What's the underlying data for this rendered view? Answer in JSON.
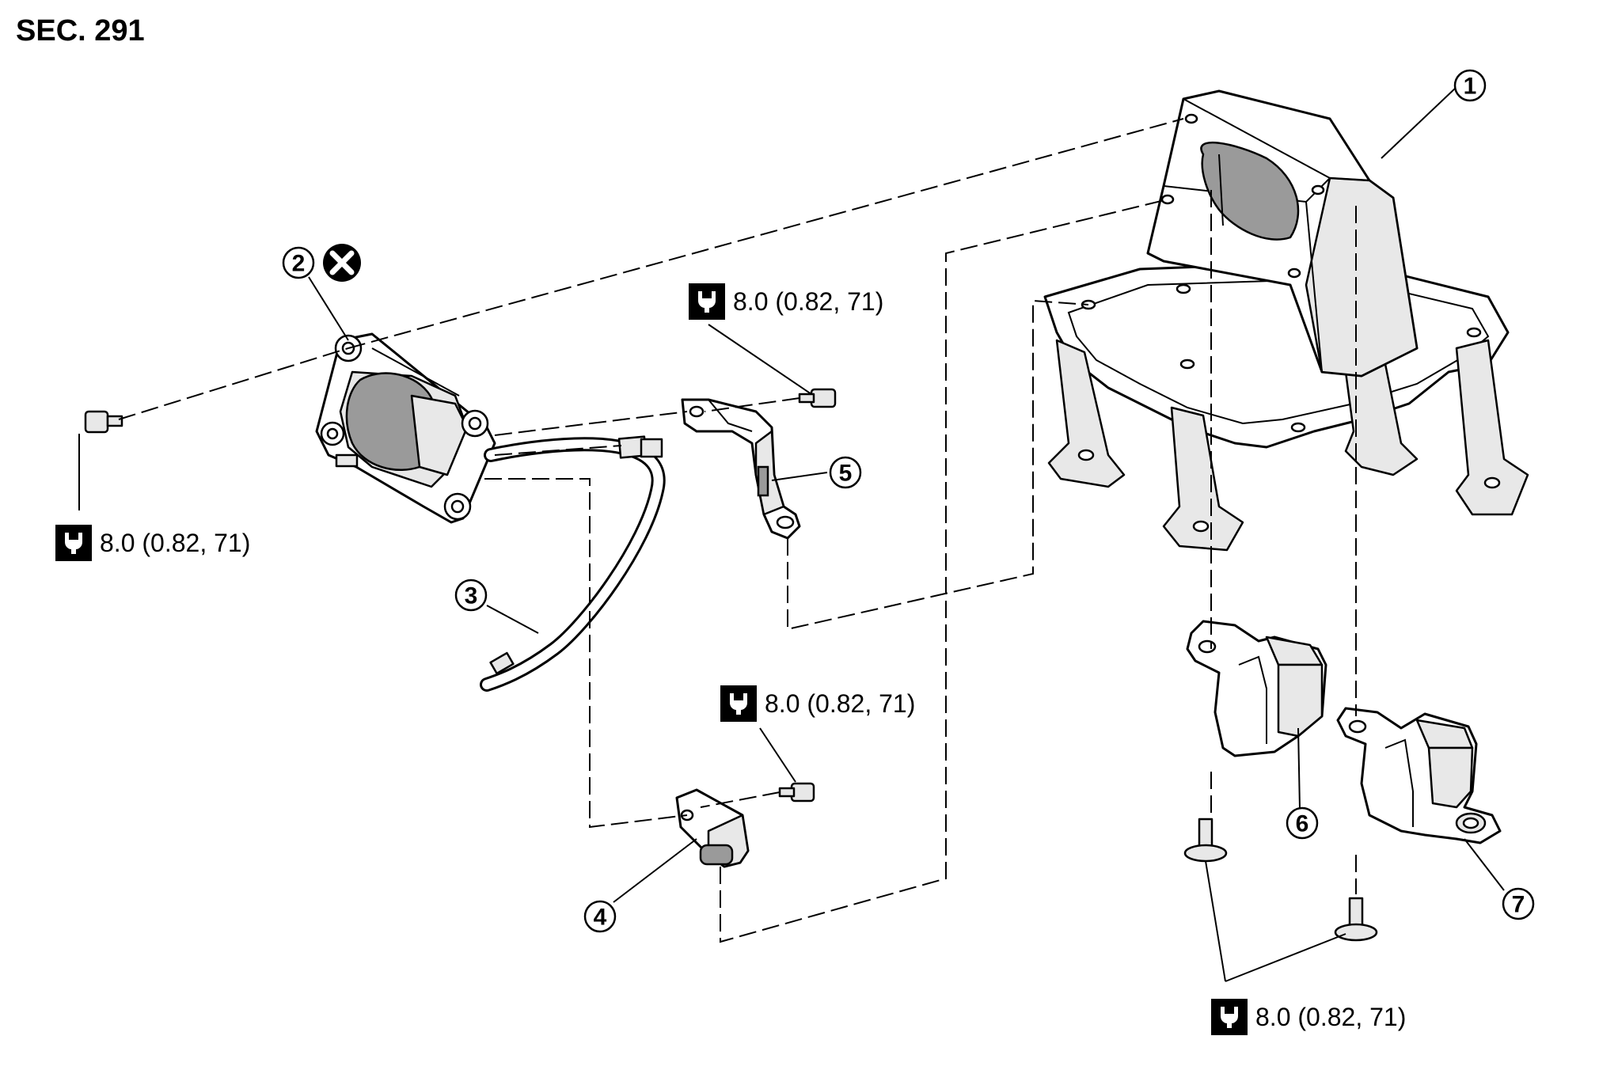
{
  "section_ref": "SEC. 291",
  "torque_spec": "8.0 (0.82, 71)",
  "torque_labels": [
    "8.0 (0.82, 71)",
    "8.0 (0.82, 71)",
    "8.0 (0.82, 71)",
    "8.0 (0.82, 71)"
  ],
  "callouts": [
    "1",
    "2",
    "3",
    "4",
    "5",
    "6",
    "7"
  ],
  "icons": {
    "torque": "torque-wrench-icon",
    "do_not_reuse": "do-not-reuse-icon"
  }
}
